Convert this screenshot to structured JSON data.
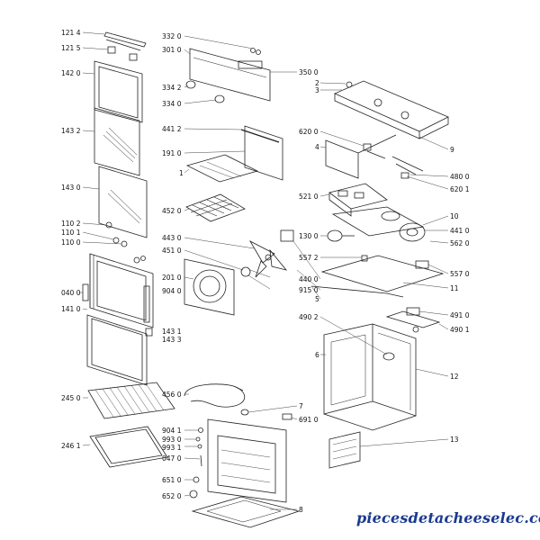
{
  "labels": {
    "l1214": "121 4",
    "l1215": "121 5",
    "l1420": "142 0",
    "l1432": "143 2",
    "l1430": "143 0",
    "l1102": "110 2",
    "l1101": "110 1",
    "l1100": "110 0",
    "l0400": "040 0",
    "l1410": "141 0",
    "l2450": "245 0",
    "l2461": "246 1",
    "l3320": "332 0",
    "l3010": "301 0",
    "l3500": "350 0",
    "l3342": "334 2",
    "l3340": "334 0",
    "l4412": "441 2",
    "l1910": "191 0",
    "l1": "1",
    "l4520": "452 0",
    "l4430": "443 0",
    "l4510": "451 0",
    "l2010": "201 0",
    "l9040": "904 0",
    "l1431": "143 1",
    "l1433": "143 3",
    "l4560": "456 0",
    "l9041": "904 1",
    "l9930": "993 0",
    "l9931": "993 1",
    "l0470": "047 0",
    "l6510": "651 0",
    "l6520": "652 0",
    "l7": "7",
    "l6910": "691 0",
    "l8": "8",
    "l2": "2",
    "l3": "3",
    "l6200": "620 0",
    "l4": "4",
    "l9": "9",
    "l4800": "480 0",
    "l6201": "620 1",
    "l5210": "521 0",
    "l10": "10",
    "l1300": "130 0",
    "l4410": "441 0",
    "l5620": "562 0",
    "l5572": "557 2",
    "l4400": "440 0",
    "l5570": "557 0",
    "l9150": "915 0",
    "l11": "11",
    "l5": "5",
    "l4902": "490 2",
    "l4910": "491 0",
    "l4901": "490 1",
    "l6": "6",
    "l12": "12",
    "l13": "13"
  },
  "watermark": "piecesdetacheeselec.com"
}
